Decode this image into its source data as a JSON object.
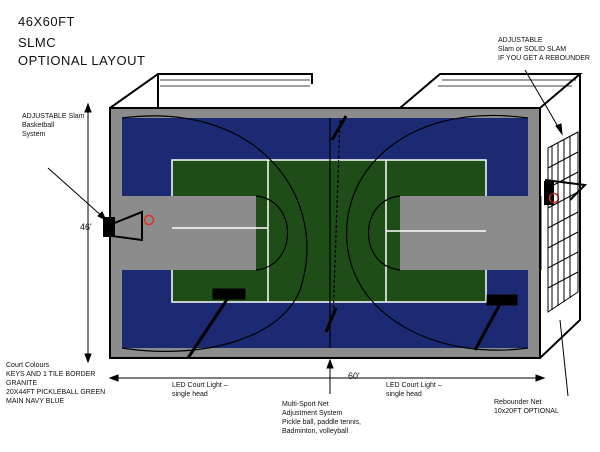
{
  "title": {
    "line1": "46X60FT",
    "line2": "SLMC",
    "line3": "OPTIONAL LAYOUT"
  },
  "labels": {
    "adjustable_left": [
      "ADJUSTABLE Slam",
      "Basketball",
      "System"
    ],
    "adjustable_right": [
      "ADJUSTABLE",
      "Slam or SOLID SLAM",
      "IF YOU GET A REBOUNDER"
    ],
    "dim_width": "46'",
    "dim_length": "60'",
    "court_colours": [
      "Court Colours",
      "KEYS  AND 1 TILE BORDER",
      "GRANITE",
      "20X44FT PICKLEBALL GREEN",
      "MAIN NAVY BLUE"
    ],
    "led_left": [
      "LED Court Light –",
      "single head"
    ],
    "led_right": [
      "LED Court Light –",
      "single head"
    ],
    "net_system": [
      "Multi-Sport Net",
      "Adjustment System",
      "Pickle ball, paddle tennis,",
      "Badminton, volleyball"
    ],
    "rebounder": [
      "Rebounder Net",
      "10x20FT OPTIONAL"
    ]
  },
  "colors": {
    "navy": "#1b2a73",
    "green": "#1e4d17",
    "granite": "#8c8c8c",
    "line": "#ffffff",
    "hoop": "#e0302a"
  }
}
